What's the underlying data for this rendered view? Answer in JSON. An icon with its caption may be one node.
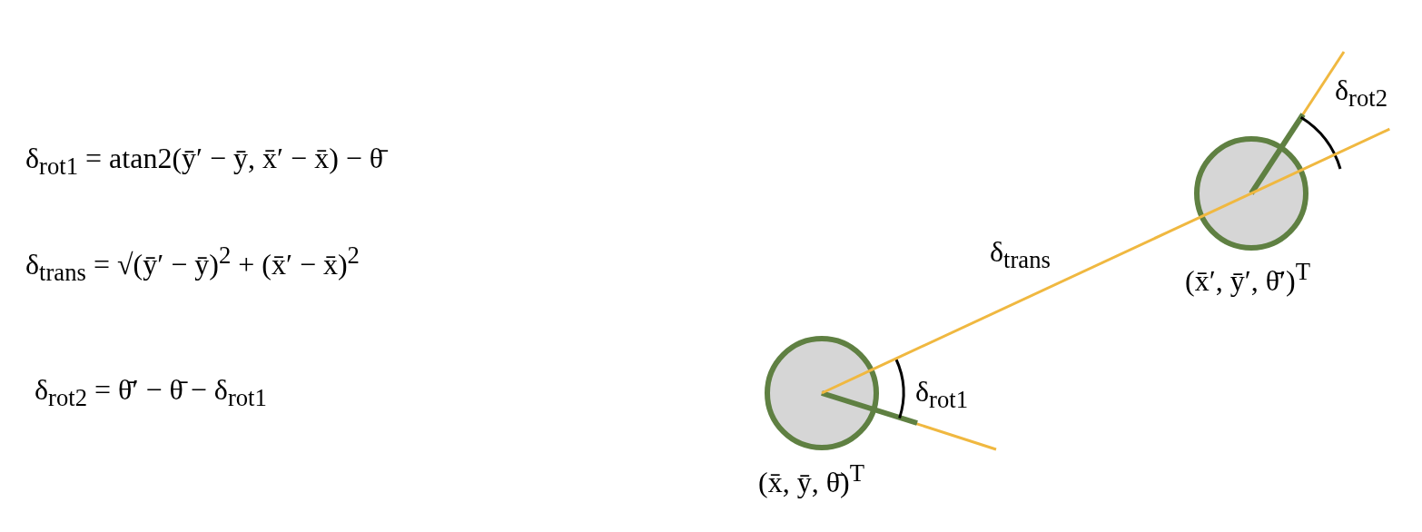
{
  "diagram": {
    "nodes": [
      {
        "text": [],
        "shape": "circle",
        "beside": [
          "(x̄, ȳ, θ̄)$^{T}$"
        ]
      },
      {
        "text": [],
        "shape": "circle",
        "beside": [
          "(x̄′, ȳ′, θ̄′)$^{T}$"
        ]
      }
    ],
    "edges": [
      {
        "from": 0,
        "to": 1,
        "arrow": "none",
        "label": "δ$_{trans}$"
      }
    ],
    "labels": [
      "δ$_{rot1}$ = atan2(ȳ′ − ȳ, x̄′ − x̄) − θ̄",
      "δ$_{trans}$ = √(ȳ′ − ȳ)$^{2}$ + (x̄′ − x̄)$^{2}$",
      "δ$_{rot2}$ = θ̄′ − θ̄ − δ$_{rot1}$",
      "δ$_{rot2}$",
      "δ$_{rot1}$"
    ]
  }
}
